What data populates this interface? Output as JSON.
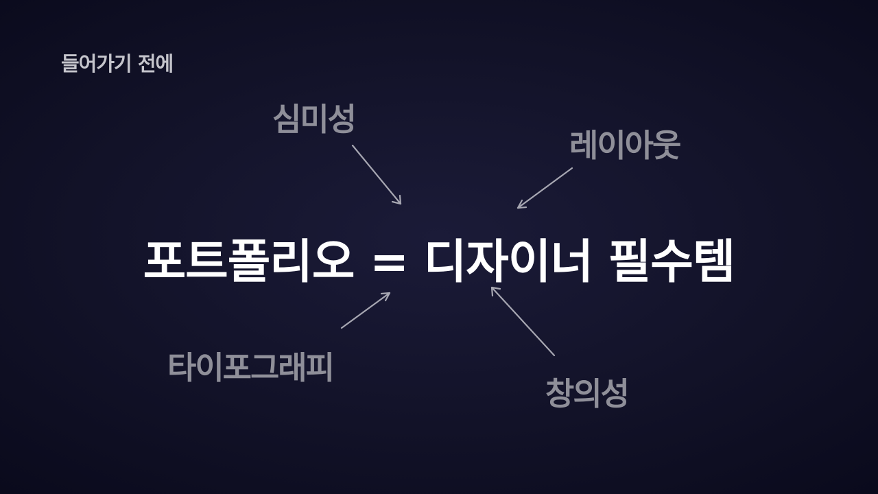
{
  "slide": {
    "section_label": "들어가기 전에",
    "title": "포트폴리오 = 디자이너 필수템",
    "keywords": {
      "aesthetics": "심미성",
      "layout": "레이아웃",
      "typography": "타이포그래피",
      "creativity": "창의성"
    }
  },
  "colors": {
    "background": "#121228",
    "title": "#ffffff",
    "keyword": "#8f8f99",
    "arrow": "#a7a7b2",
    "label": "#c5c5cc"
  }
}
